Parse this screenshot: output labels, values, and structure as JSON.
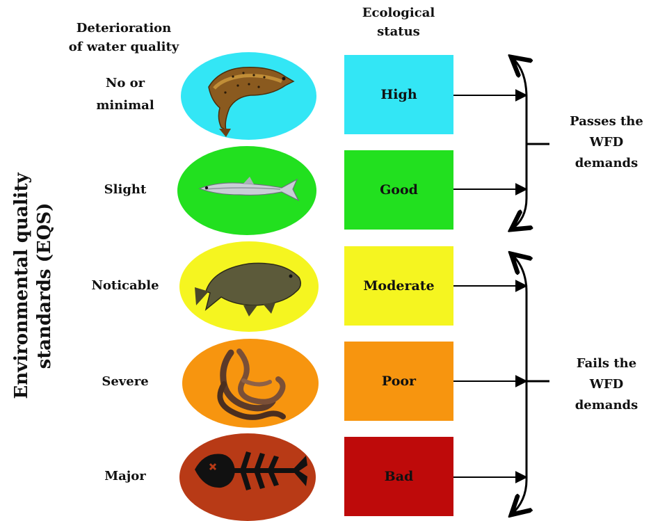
{
  "axis_title": "Environmental quality\nstandards (EQS)",
  "headers": {
    "deterioration": "Deterioration\nof water quality",
    "ecological": "Ecological\nstatus"
  },
  "rows": [
    {
      "deterioration": "No or\nminimal",
      "status": "High",
      "ellipse_color": "#33e6f5",
      "box_color": "#33e6f5",
      "organism_icon": "brown-trout-icon"
    },
    {
      "deterioration": "Slight",
      "status": "Good",
      "ellipse_color": "#22e01f",
      "box_color": "#22e01f",
      "organism_icon": "small-silver-fish-icon"
    },
    {
      "deterioration": "Noticable",
      "status": "Moderate",
      "ellipse_color": "#f5f520",
      "box_color": "#f5f520",
      "organism_icon": "carp-icon"
    },
    {
      "deterioration": "Severe",
      "status": "Poor",
      "ellipse_color": "#f7950f",
      "box_color": "#f7950f",
      "organism_icon": "worm-icon"
    },
    {
      "deterioration": "Major",
      "status": "Bad",
      "ellipse_color": "#b83a16",
      "box_color": "#be0a0a",
      "organism_icon": "fish-skeleton-icon"
    }
  ],
  "verdicts": {
    "pass": "Passes the\nWFD\ndemands",
    "fail": "Fails the\nWFD\ndemands"
  }
}
